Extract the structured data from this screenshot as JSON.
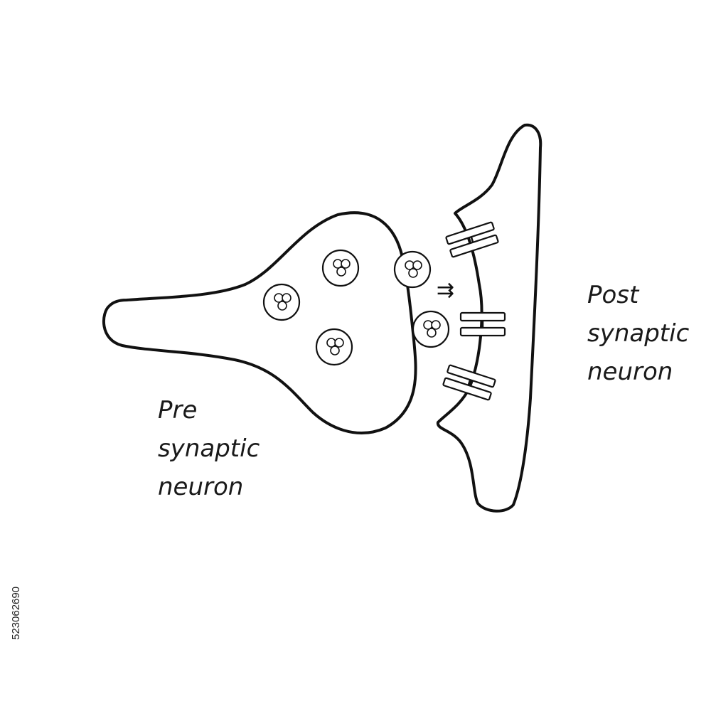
{
  "labels": {
    "pre": {
      "line1": "Pre",
      "line2": "synaptic",
      "line3": "neuron"
    },
    "post": {
      "line1": "Post",
      "line2": "synaptic",
      "line3": "neuron"
    }
  },
  "arrow_glyph": "⇉",
  "stock_id": "523062690",
  "colors": {
    "stroke": "#111111",
    "fill": "#ffffff",
    "text": "#1a1a1a"
  }
}
